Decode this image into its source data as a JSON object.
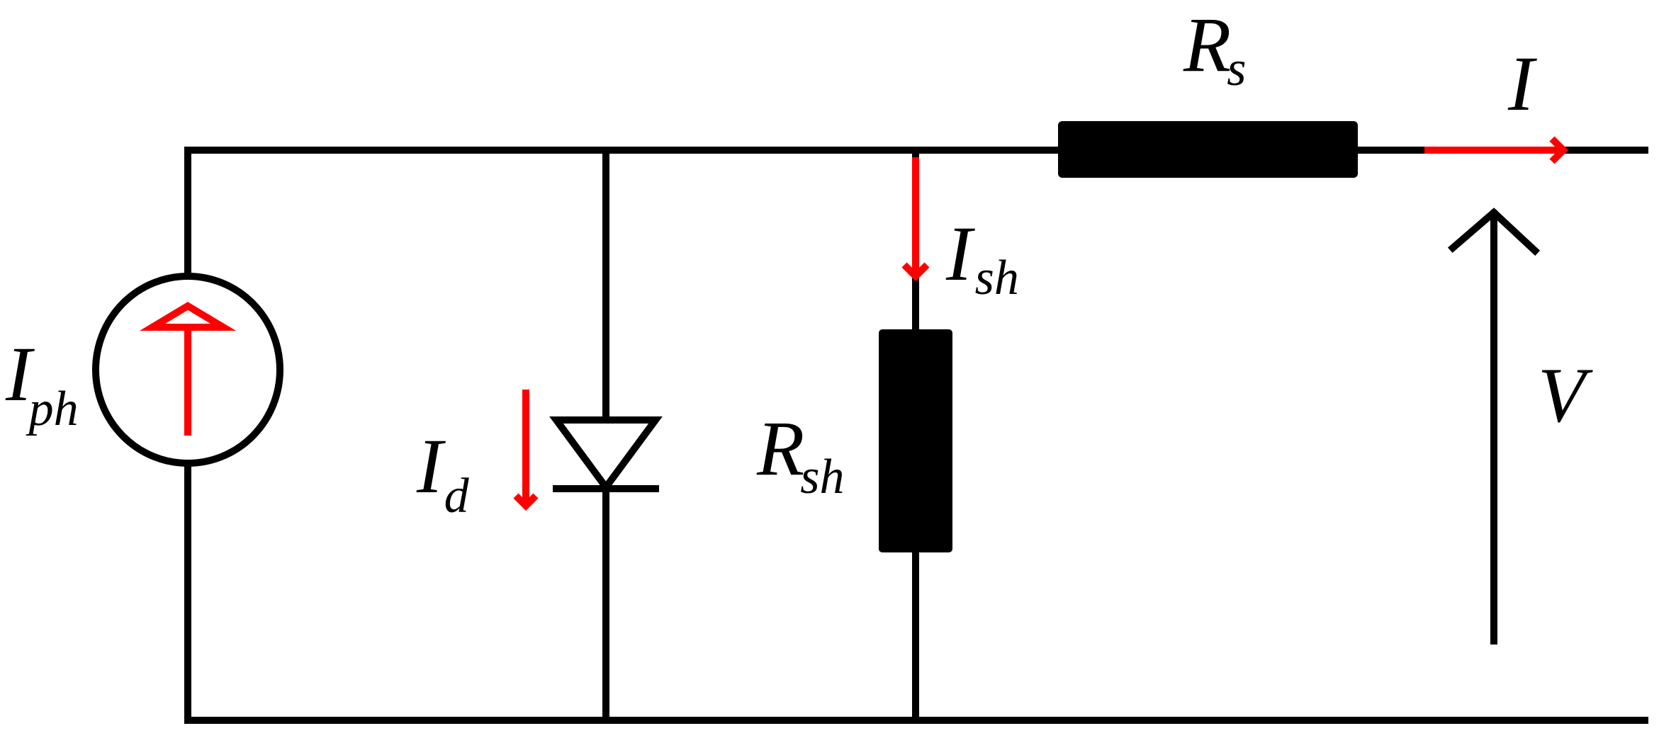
{
  "diagram": {
    "type": "circuit",
    "colors": {
      "wire": "#000000",
      "current_arrow": "#ff0000",
      "background": "#ffffff"
    },
    "labels": {
      "photo_current": {
        "main": "I",
        "sub": "ph"
      },
      "diode_current": {
        "main": "I",
        "sub": "d"
      },
      "shunt_resistor": {
        "main": "R",
        "sub": "sh"
      },
      "shunt_current": {
        "main": "I",
        "sub": "sh"
      },
      "series_resistor": {
        "main": "R",
        "sub": "s"
      },
      "output_current": {
        "main": "I"
      },
      "output_voltage": {
        "main": "V"
      }
    }
  }
}
